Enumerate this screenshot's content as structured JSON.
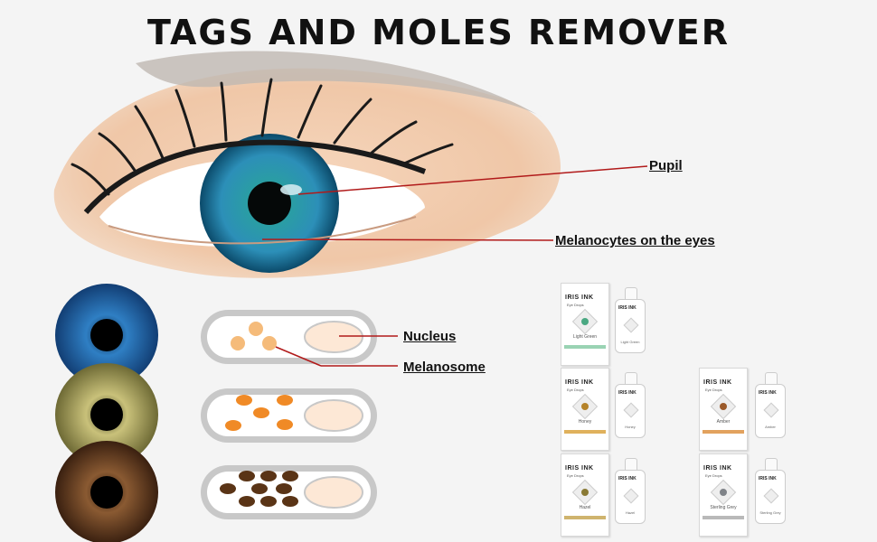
{
  "title": "TAGS AND MOLES REMOVER",
  "labels": {
    "pupil": "Pupil",
    "melanocytes": "Melanocytes on the eyes",
    "nucleus": "Nucleus",
    "melanosome": "Melanosome"
  },
  "colors": {
    "leader_line": "#b11a1a",
    "iris_blue": "#2f7fc4",
    "iris_green": "#b6b06a",
    "iris_brown": "#6b4223",
    "melanosome_light": "#f5bb7a",
    "melanosome_orange": "#f08a26",
    "melanosome_brown": "#5a3416"
  },
  "products": [
    {
      "brand": "IRIS INK",
      "sub": "Eye Drops",
      "name": "Light Green",
      "band": "#9ad3b3",
      "eye": "#4aa882"
    },
    {
      "brand": "IRIS INK",
      "sub": "Eye Drops",
      "name": "Honey",
      "band": "#e0b15c",
      "eye": "#b5832a"
    },
    {
      "brand": "IRIS INK",
      "sub": "Eye Drops",
      "name": "Amber",
      "band": "#e2a25e",
      "eye": "#9b5a2a"
    },
    {
      "brand": "IRIS INK",
      "sub": "Eye Drops",
      "name": "Hazel",
      "band": "#cfb46e",
      "eye": "#8a7a35"
    },
    {
      "brand": "IRIS INK",
      "sub": "Eye Drops",
      "name": "Sterling Grey",
      "band": "#b9b9b9",
      "eye": "#7f8388"
    }
  ]
}
